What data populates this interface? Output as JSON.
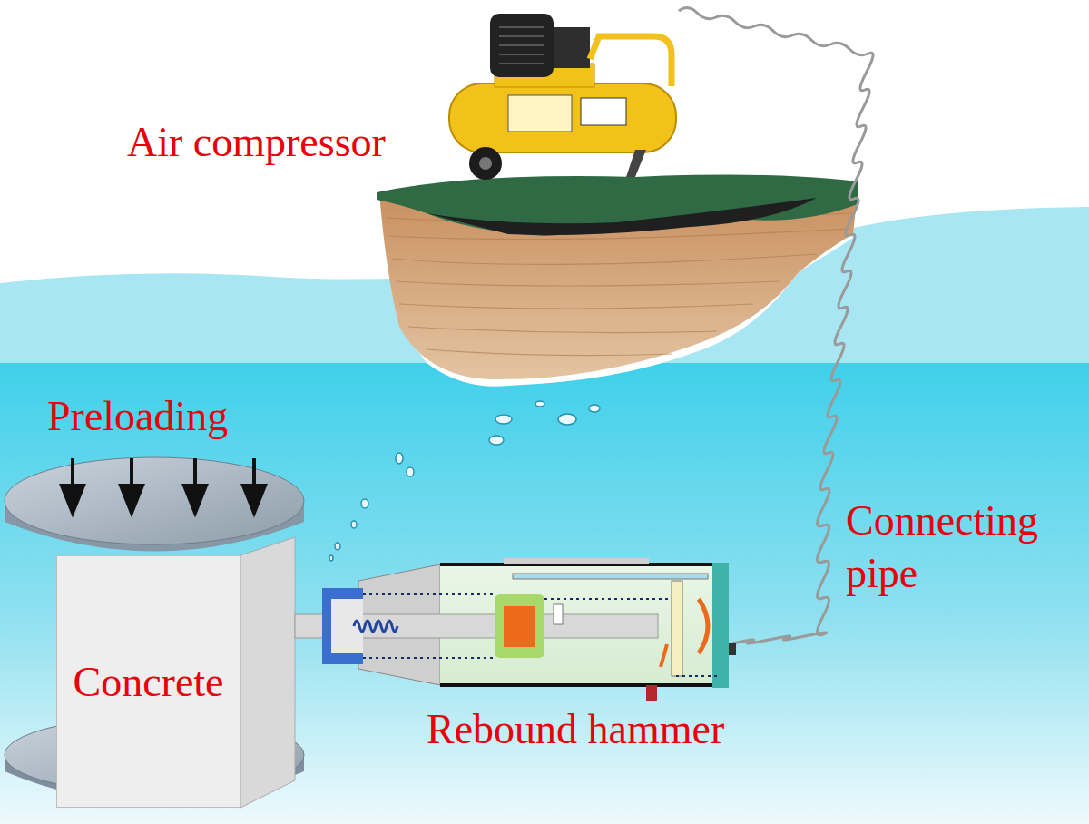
{
  "diagram": {
    "nodes": [
      {
        "text": [
          "Concrete"
        ]
      }
    ],
    "labels": [
      "Air compressor",
      "Preloading",
      "Connecting pipe",
      "Rebound hammer"
    ]
  }
}
